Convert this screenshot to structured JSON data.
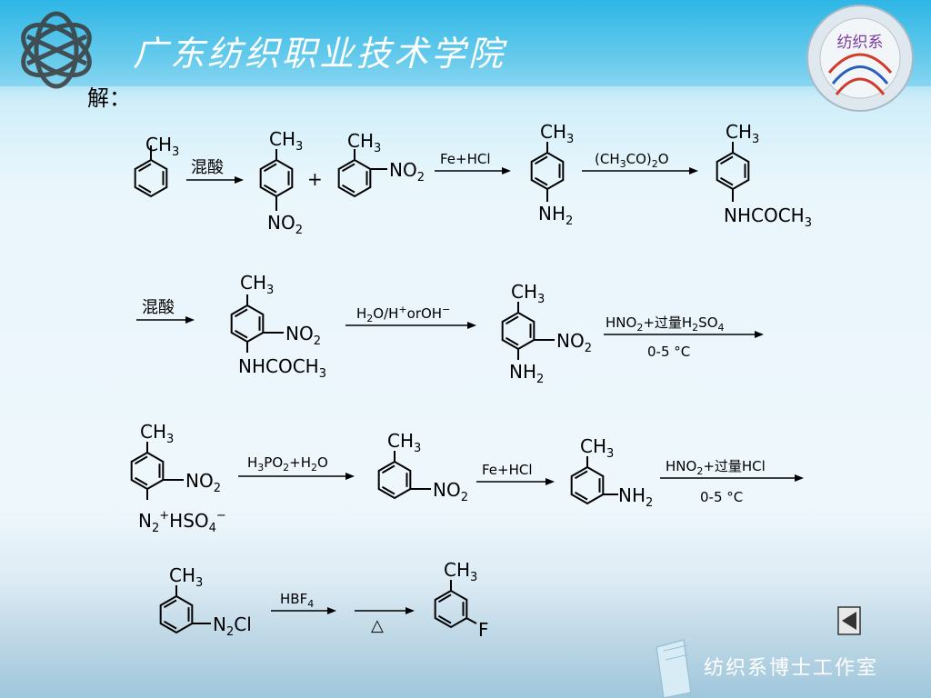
{
  "header": {
    "title": "广东纺织职业技术学院",
    "logo_text": "纺织系"
  },
  "solution_label": "解：",
  "footer": {
    "text": "纺织系博士工作室"
  },
  "nav": {
    "prev_icon": "triangle-left-icon"
  },
  "colors": {
    "header": "#2fb6e6",
    "bond": "#000000",
    "title": "#ffffff"
  },
  "reaction": {
    "mixed_acid": "混酸",
    "fe_hcl": "Fe+HCl",
    "acetic_anhydride": "(CH3CO)2O",
    "hydrolysis": "H2O/H+orOH-",
    "diazotization_sulfuric": "HNO2+过量H2SO4",
    "temp": "0-5 °C",
    "hypophosphorous": "H3PO2+H2O",
    "diazotization_hcl": "HNO2+过量HCl",
    "hbf4": "HBF4",
    "heat": "△",
    "plus": "+",
    "ch3": "CH3",
    "no2": "NO2",
    "nh2": "NH2",
    "nhcoch3": "NHCOCH3",
    "diazonium_hso4": "N2+HSO4-",
    "n2cl": "N2Cl",
    "f": "F"
  }
}
